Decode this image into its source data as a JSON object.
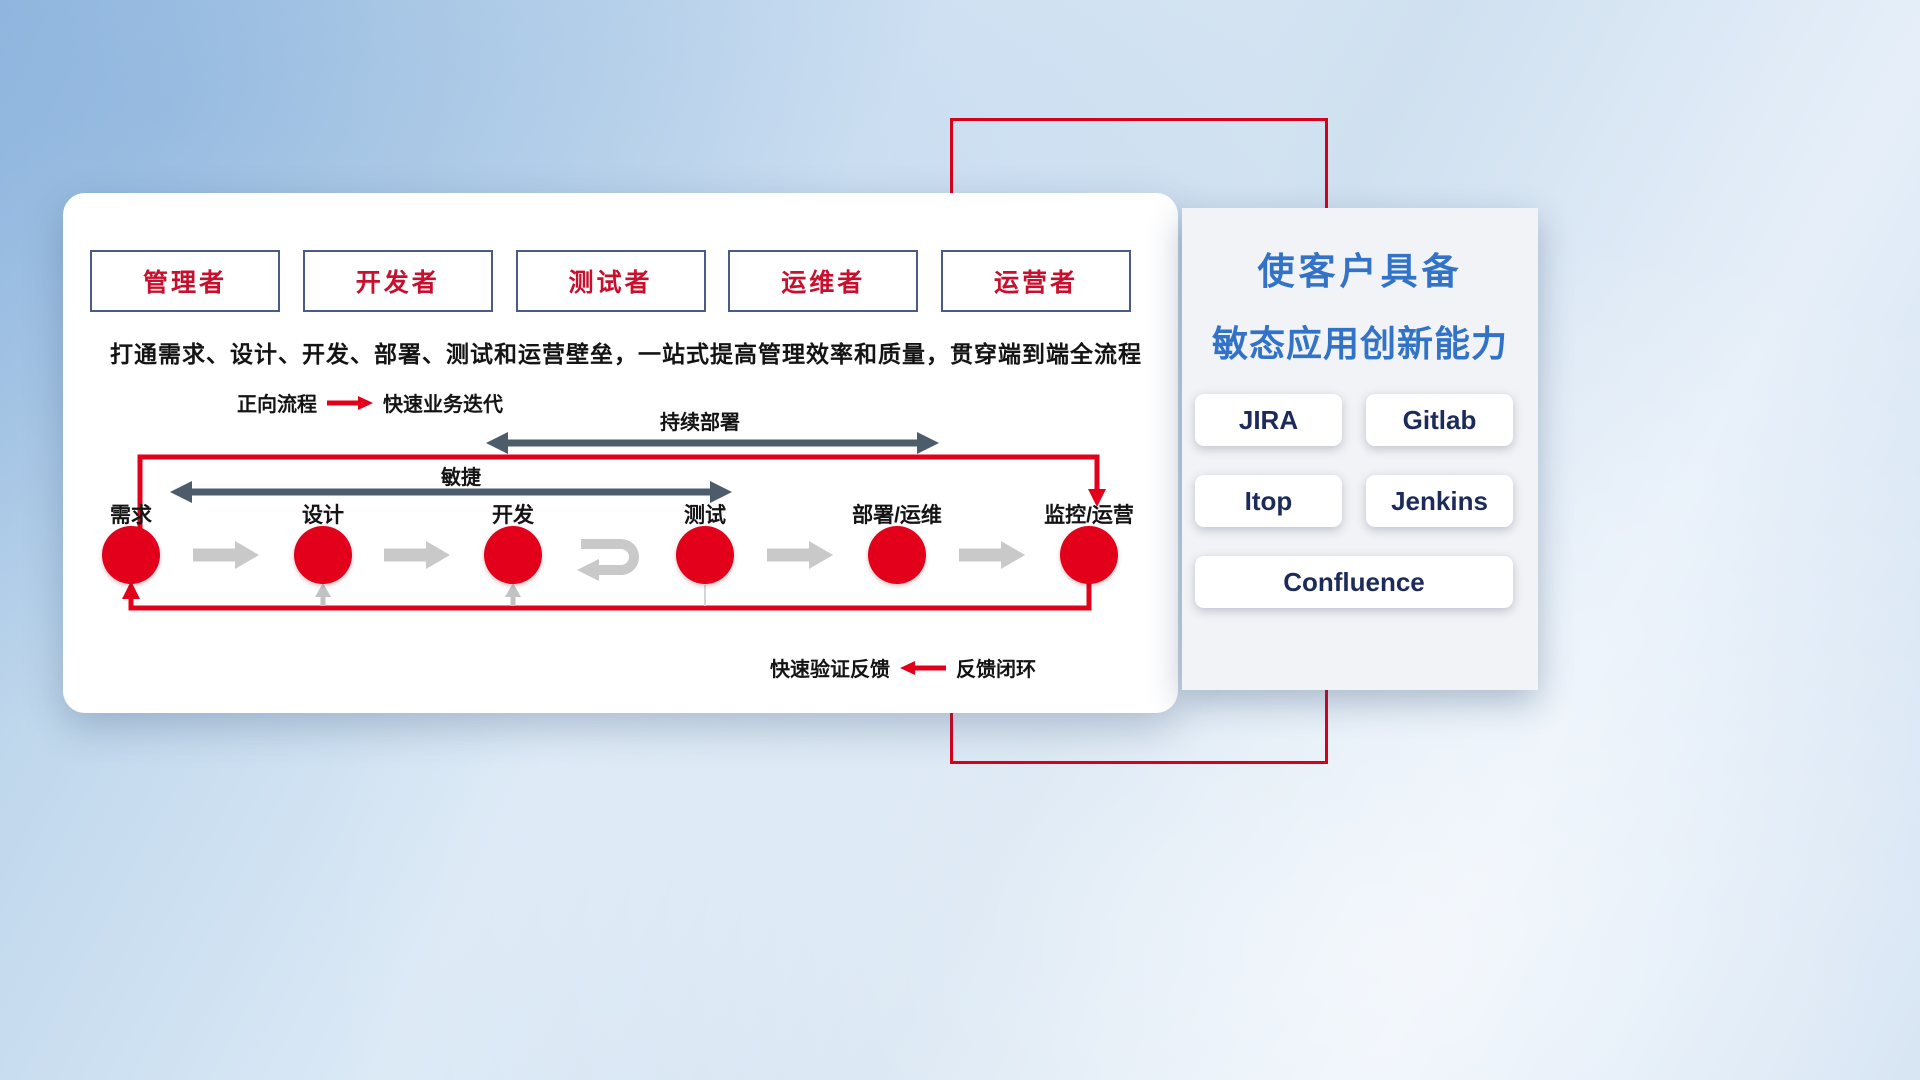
{
  "card": {
    "roles": [
      "管理者",
      "开发者",
      "测试者",
      "运维者",
      "运营者"
    ],
    "description": "打通需求、设计、开发、部署、测试和运营壁垒，一站式提高管理效率和质量，贯穿端到端全流程",
    "legend_forward": {
      "label": "正向流程",
      "text": "快速业务迭代"
    },
    "legend_feedback": {
      "label": "快速验证反馈",
      "text": "反馈闭环"
    },
    "spans": {
      "continuous_deploy": "持续部署",
      "agile": "敏捷"
    },
    "nodes": [
      "需求",
      "设计",
      "开发",
      "测试",
      "部署/运维",
      "监控/运营"
    ]
  },
  "panel": {
    "title_line1": "使客户具备",
    "title_line2": "敏态应用创新能力",
    "tools": [
      "JIRA",
      "Gitlab",
      "Itop",
      "Jenkins",
      "Confluence"
    ]
  },
  "colors": {
    "accent_red": "#e2001a",
    "frame_red": "#d6001c",
    "title_blue": "#3273c8",
    "tool_navy": "#1c2b5a",
    "role_border": "#4a5a8a",
    "role_text": "#c8102e",
    "span_arrow_dark": "#4d5c6b",
    "flow_gray": "#c9c9c9"
  }
}
